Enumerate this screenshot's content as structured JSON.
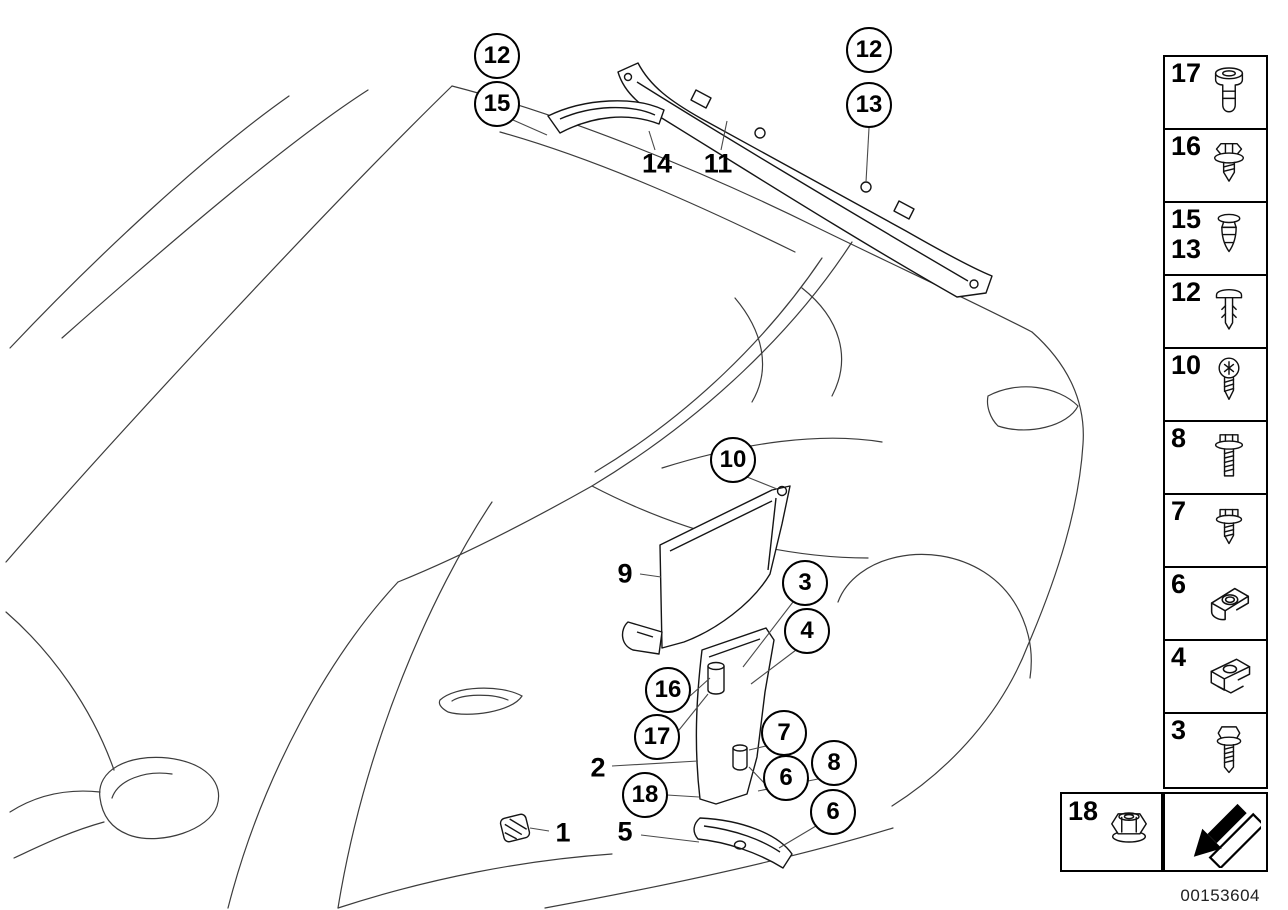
{
  "doc": {
    "part_number": "00153604",
    "background_color": "#ffffff",
    "line_color": "#000000"
  },
  "callouts": [
    {
      "label": "12"
    },
    {
      "label": "15"
    },
    {
      "label": "12"
    },
    {
      "label": "13"
    },
    {
      "label": "10"
    },
    {
      "label": "3"
    },
    {
      "label": "4"
    },
    {
      "label": "16"
    },
    {
      "label": "17"
    },
    {
      "label": "7"
    },
    {
      "label": "6"
    },
    {
      "label": "8"
    },
    {
      "label": "6"
    },
    {
      "label": "18"
    }
  ],
  "part_labels": [
    {
      "text": "14"
    },
    {
      "text": "11"
    },
    {
      "text": "9"
    },
    {
      "text": "2"
    },
    {
      "text": "1"
    },
    {
      "text": "5"
    }
  ],
  "legend": {
    "items": [
      {
        "numbers": [
          "17"
        ],
        "icon": "expanding-rivet-icon"
      },
      {
        "numbers": [
          "16"
        ],
        "icon": "washer-screw-icon"
      },
      {
        "numbers": [
          "15",
          "13"
        ],
        "icon": "plastic-clip-icon"
      },
      {
        "numbers": [
          "12"
        ],
        "icon": "push-rivet-icon"
      },
      {
        "numbers": [
          "10"
        ],
        "icon": "pan-head-screw-icon"
      },
      {
        "numbers": [
          "8"
        ],
        "icon": "hex-bolt-long-icon"
      },
      {
        "numbers": [
          "7"
        ],
        "icon": "hex-screw-icon"
      },
      {
        "numbers": [
          "6"
        ],
        "icon": "speed-nut-icon"
      },
      {
        "numbers": [
          "4"
        ],
        "icon": "c-clip-icon"
      },
      {
        "numbers": [
          "3"
        ],
        "icon": "flange-bolt-icon"
      }
    ],
    "extra": {
      "numbers": [
        "18"
      ],
      "icon": "flange-nut-icon"
    },
    "arrow_icon": "direction-arrow-icon"
  }
}
